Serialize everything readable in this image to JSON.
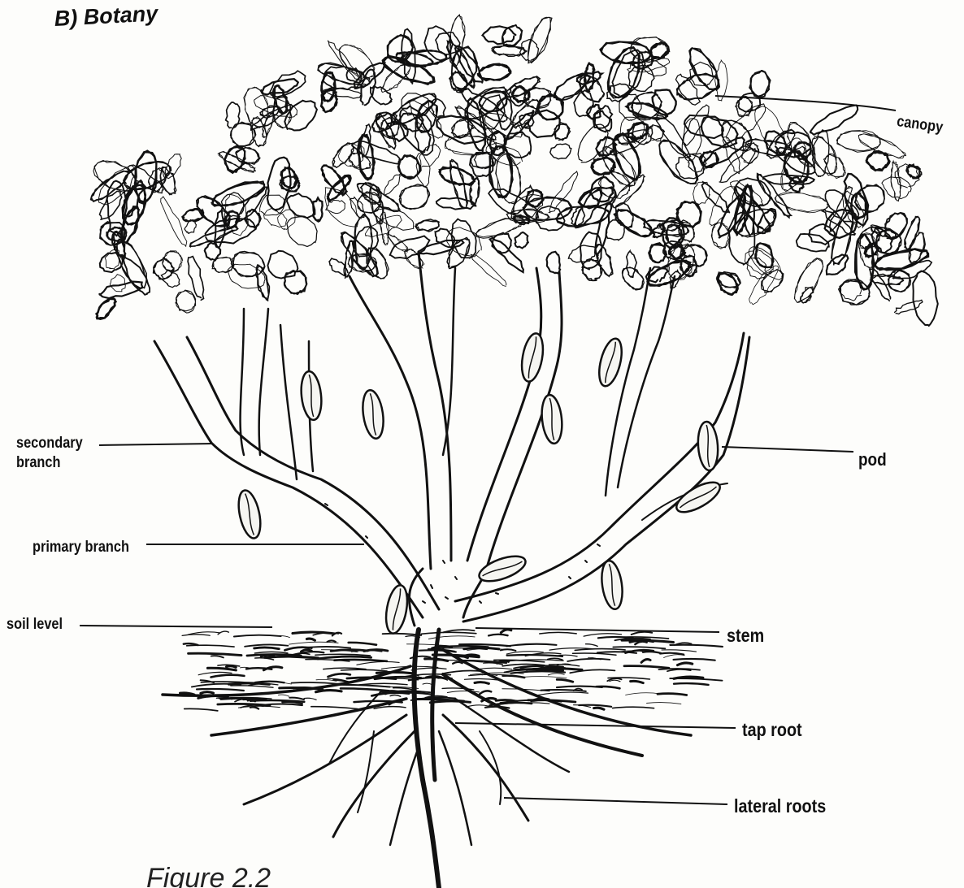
{
  "heading": "B) Botany",
  "labels": {
    "canopy": "canopy",
    "secondary_branch_line1": "secondary",
    "secondary_branch_line2": "branch",
    "pod": "pod",
    "primary_branch": "primary branch",
    "soil_level": "soil level",
    "stem": "stem",
    "tap_root": "tap root",
    "lateral_roots": "lateral roots"
  },
  "caption": "Figure 2.2"
}
